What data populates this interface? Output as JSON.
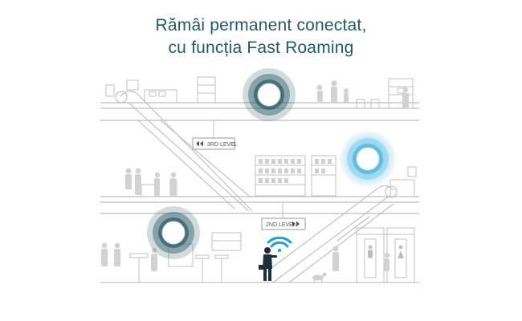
{
  "headline": {
    "line1": "Rămâi permanent conectat,",
    "line2": "cu funcția Fast Roaming"
  },
  "signs": {
    "level3": "3RD LEVEL",
    "level2": "2ND LEVEL"
  },
  "colors": {
    "headline": "#1f5b66",
    "line_art": "#b8b8b8",
    "ap_active": "#39a9d8",
    "ap_idle": "#2f5d6b",
    "wifi": "#1aa3dd",
    "person": "#1f2f3a"
  },
  "icons": {
    "access_points": [
      "ceiling-access-point-icon",
      "ceiling-access-point-icon",
      "ceiling-access-point-icon"
    ],
    "wifi": "wifi-signal-icon",
    "user": "person-with-phone-icon",
    "restrooms": [
      "restroom-male-icon",
      "restroom-female-icon"
    ]
  }
}
